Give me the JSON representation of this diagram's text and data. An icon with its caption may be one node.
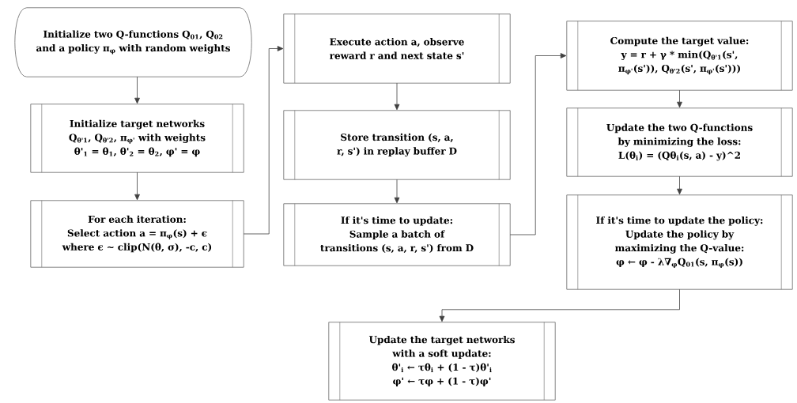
{
  "diagram": {
    "nodes": [
      {
        "text": [
          "Initialize two Q-functions Q$_{01}$, Q$_{02}$ and a policy π$_{φ}$ with random weights"
        ]
      },
      {
        "text": [
          "Initialize target networks Q$_{θ'1}$, Q$_{θ'2}$, π$_{φ'}$ with weights θ'$_{1}$ = θ$_{1}$, θ'$_{2}$ = θ$_{2}$, φ' = φ"
        ]
      },
      {
        "text": [
          "For each iteration:",
          "Select action a = π$_{φ}$(s) + ϵ where ϵ ~ clip(N(θ, σ), -c, c)"
        ]
      },
      {
        "text": [
          "Execute action a, observe reward r and next state s'"
        ]
      },
      {
        "text": [
          "Store transition (s, a, r, s') in replay buffer D"
        ]
      },
      {
        "text": [
          "If it's time to update:",
          "Sample a batch of transitions (s, a, r, s') from D"
        ]
      },
      {
        "text": [
          "Compute the target value:",
          "y = r + γ * min(Q$_{θ'1}$(s', π$_{φ'}$(s')), Q$_{θ'2}$(s', π$_{φ'}$(s')))"
        ]
      },
      {
        "text": [
          "Update the two Q-functions by minimizing the loss:",
          "L(θ$_{i}$) = (Qθ$_{i}$(s, a) - y)^2"
        ]
      },
      {
        "text": [
          "If it's time to update the policy:",
          "Update the policy by maximizing the Q-value:",
          "φ ← φ - λ∇$_{φ}$Q$_{01}$(s, π$_{φ}$(s))"
        ]
      },
      {
        "text": [
          "Update the target networks with a soft update:",
          "θ'$_{i}$ ← τθ$_{i}$ + (1 - τ)θ'$_{i}$",
          "φ' ← τφ + (1 - τ)φ'"
        ]
      }
    ],
    "edges": [
      {
        "from": 0,
        "to": 1,
        "arrow": "to"
      },
      {
        "from": 1,
        "to": 2,
        "arrow": "to"
      },
      {
        "from": 2,
        "to": 3,
        "arrow": "to"
      },
      {
        "from": 3,
        "to": 4,
        "arrow": "to"
      },
      {
        "from": 4,
        "to": 5,
        "arrow": "to"
      },
      {
        "from": 5,
        "to": 6,
        "arrow": "to"
      },
      {
        "from": 6,
        "to": 7,
        "arrow": "to"
      },
      {
        "from": 7,
        "to": 8,
        "arrow": "to"
      },
      {
        "from": 8,
        "to": 9,
        "arrow": "to"
      }
    ]
  }
}
